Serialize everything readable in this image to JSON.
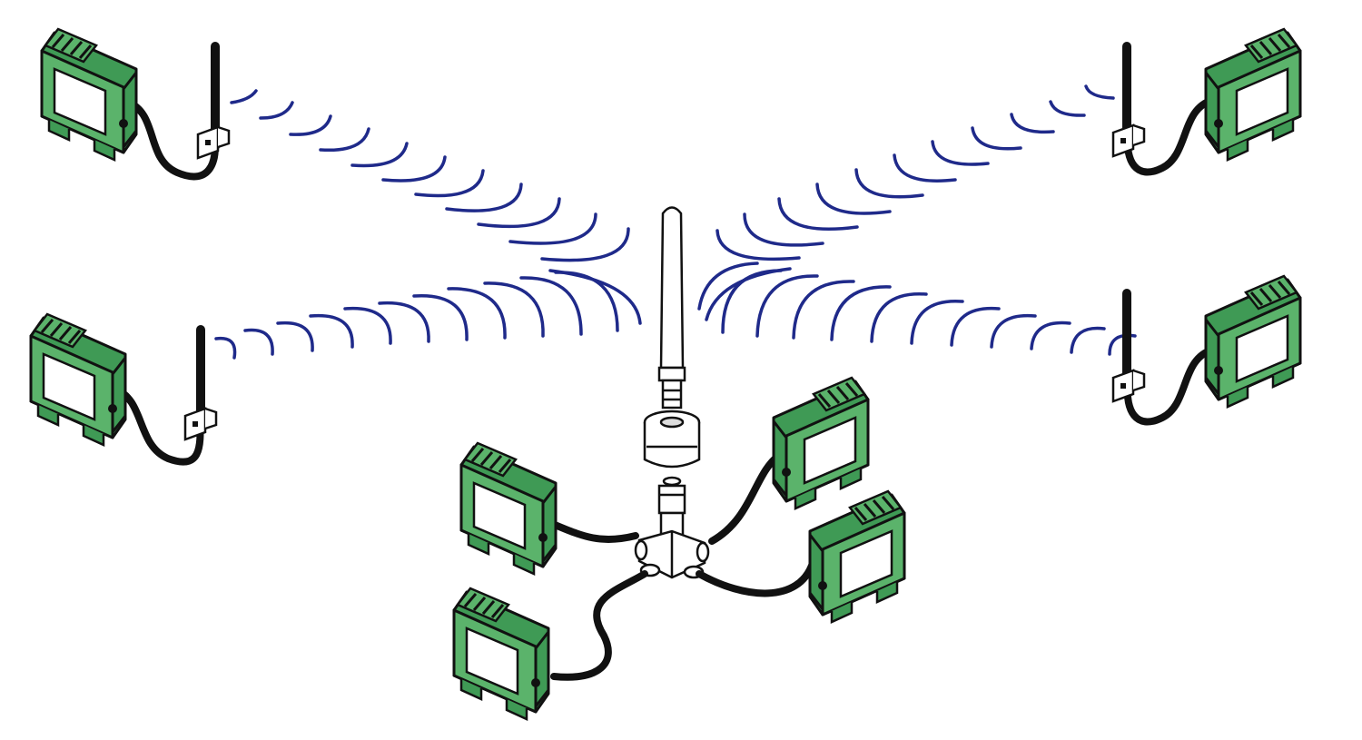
{
  "colors": {
    "background": "#ffffff",
    "module_body": "#5bb36b",
    "module_body_dark": "#3f9a55",
    "module_outline": "#111111",
    "cable": "#111111",
    "wave": "#1f2a8a",
    "antenna_metal": "#ffffff"
  },
  "icons": {
    "module": "din-rail-radio-module-icon",
    "antenna": "rod-antenna-icon",
    "bracket": "mounting-bracket-icon",
    "splitter": "coaxial-splitter-icon"
  },
  "diagram": {
    "remote_stations": 4,
    "central_modules": 4,
    "central_antenna_count": 1
  }
}
